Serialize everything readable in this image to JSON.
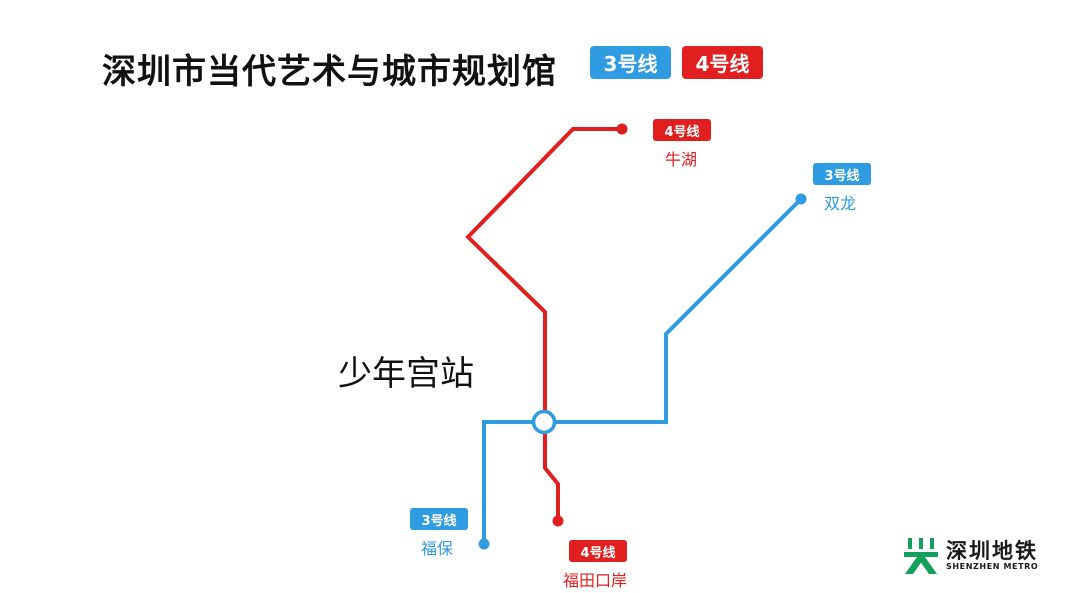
{
  "title": "深圳市当代艺术与城市规划馆",
  "colors": {
    "line3": "#2f9be0",
    "line4": "#e21f1f",
    "logo_green": "#12a05a"
  },
  "legend": {
    "line3": "3号线",
    "line4": "4号线"
  },
  "current_station": "少年宫站",
  "stations": {
    "niuhu": {
      "line": "4号线",
      "name": "牛湖"
    },
    "shuanglong": {
      "line": "3号线",
      "name": "双龙"
    },
    "fubao": {
      "line": "3号线",
      "name": "福保"
    },
    "futian_port": {
      "line": "4号线",
      "name": "福田口岸"
    }
  },
  "logo": {
    "icon": "shenzhen-metro-logo-icon",
    "cn": "深圳地铁",
    "en": "SHENZHEN METRO"
  }
}
